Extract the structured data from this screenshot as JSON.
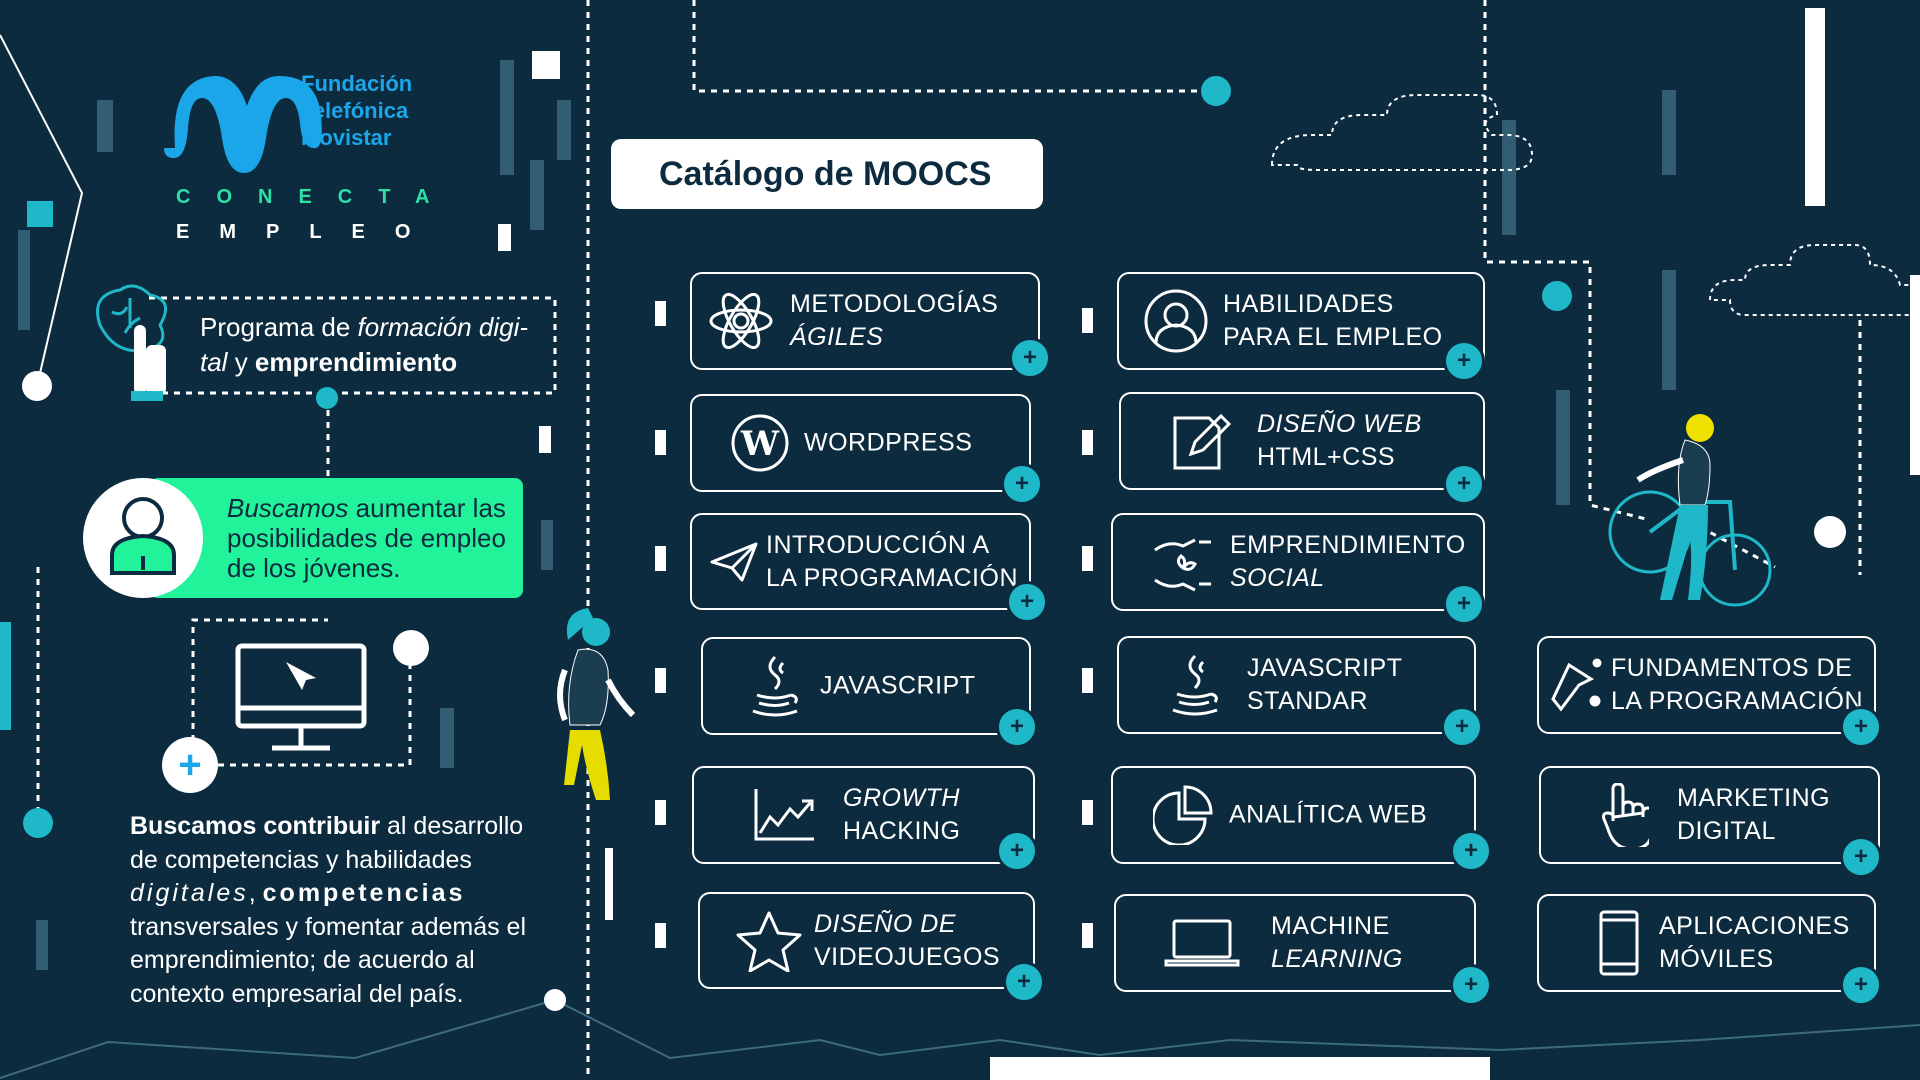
{
  "brand": {
    "line1": "Fundación",
    "line2": "Telefónica",
    "line3": "Movistar",
    "conecta": "CONECTA",
    "empleo": "EMPLEO"
  },
  "intro": {
    "p1": "Programa de ",
    "p1_italic": "formación digi-tal",
    "p1_mid": " y ",
    "p1_bold": "emprendimiento"
  },
  "mission": {
    "italic": "Buscamos",
    "rest": " aumentar las posibilidades de empleo de los jóvenes."
  },
  "contribution": {
    "bold1": "Buscamos contribuir",
    "t1": " al desarrollo de competencias y habilidades ",
    "italic": "digitales",
    "t2": ", ",
    "bold2": "competencias",
    "t3": " transversales y fomentar además el emprendimiento; de acuerdo al contexto empresarial del país."
  },
  "catalog_title": "Catálogo de MOOCS",
  "courses": [
    {
      "l1": "METODOLOGÍAS",
      "l2": "ÁGILES"
    },
    {
      "l1": "HABILIDADES",
      "l2": "PARA EL EMPLEO"
    },
    {
      "l1": "WORDPRESS"
    },
    {
      "l1": "DISEÑO WEB",
      "l2": "HTML+CSS"
    },
    {
      "l1": "INTRODUCCIÓN A",
      "l2": "LA PROGRAMACIÓN"
    },
    {
      "l1": "EMPRENDIMIENTO",
      "l2": "SOCIAL"
    },
    {
      "l1": "JAVASCRIPT"
    },
    {
      "l1": "JAVASCRIPT",
      "l2": "STANDAR"
    },
    {
      "l1": "FUNDAMENTOS DE",
      "l2": "LA PROGRAMACIÓN"
    },
    {
      "l1": "GROWTH",
      "l2": "HACKING"
    },
    {
      "l1": "ANALÍTICA WEB"
    },
    {
      "l1": "MARKETING",
      "l2": "DIGITAL"
    },
    {
      "l1": "DISEÑO DE",
      "l2": "VIDEOJUEGOS"
    },
    {
      "l1": "MACHINE",
      "l2": "LEARNING"
    },
    {
      "l1": "APLICACIONES",
      "l2": "MÓVILES"
    }
  ],
  "plus_symbol": "+",
  "colors": {
    "background": "#0d2b3e",
    "accent_green": "#22f29a",
    "accent_teal": "#1fb8c8",
    "brand_blue": "#1aa6e8"
  }
}
